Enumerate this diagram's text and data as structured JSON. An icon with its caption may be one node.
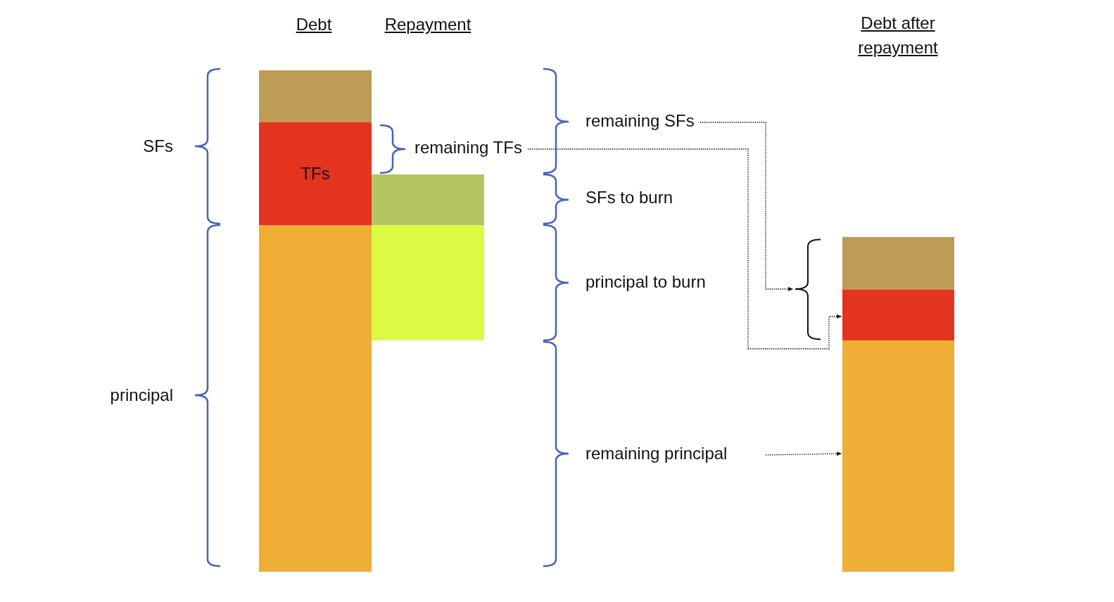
{
  "diagram": {
    "nodes": [
      {
        "text": [],
        "shape": "box"
      },
      {
        "text": [
          "TFs"
        ]
      },
      {
        "text": [],
        "shape": "box"
      },
      {
        "text": [],
        "shape": "box"
      },
      {
        "text": [],
        "shape": "box"
      },
      {
        "text": [
          "remaining SFs"
        ]
      },
      {
        "text": [
          "remaining TFs"
        ]
      },
      {
        "text": [],
        "shape": "brace"
      },
      {
        "text": [],
        "shape": "box"
      },
      {
        "text": [],
        "shape": "box"
      },
      {
        "text": [
          "remaining principal"
        ]
      },
      {
        "text": [],
        "shape": "box"
      }
    ],
    "edges": [
      {
        "from": 5,
        "to": 7,
        "arrow": "to",
        "style": "dashed"
      },
      {
        "from": 6,
        "to": 9,
        "arrow": "to",
        "style": "dashed"
      },
      {
        "from": 10,
        "to": 11,
        "arrow": "to",
        "style": "dashed"
      }
    ],
    "labels": [
      "Debt",
      "Repayment",
      "Debt after repayment",
      "SFs",
      "principal",
      "SFs to burn",
      "principal to burn"
    ]
  }
}
